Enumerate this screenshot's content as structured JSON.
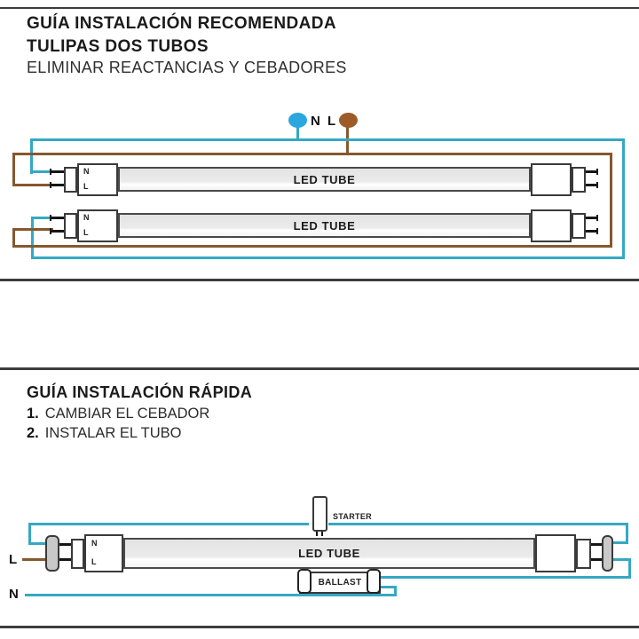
{
  "colors": {
    "wire_blue": "#35a8c3",
    "wire_brown": "#84582e",
    "dot_blue": "#2aa7df",
    "dot_brown": "#9c5b27",
    "socket_gray": "#c9c9c9",
    "line_dark": "#3d3d3d"
  },
  "section1": {
    "title_line1": "GUÍA INSTALACIÓN RECOMENDADA",
    "title_line2": "TULIPAS DOS TUBOS",
    "subtitle": "ELIMINAR REACTANCIAS Y CEBADORES",
    "supply": {
      "neutral_label": "N",
      "live_label": "L"
    },
    "tubes": [
      {
        "label": "LED TUBE",
        "pin_top": "N",
        "pin_bottom": "L"
      },
      {
        "label": "LED TUBE",
        "pin_top": "N",
        "pin_bottom": "L"
      }
    ]
  },
  "section2": {
    "title": "GUÍA INSTALACIÓN RÁPIDA",
    "steps": [
      {
        "num": "1.",
        "text": "CAMBIAR EL CEBADOR"
      },
      {
        "num": "2.",
        "text": "INSTALAR EL TUBO"
      }
    ],
    "starter_label": "STARTER",
    "ballast_label": "BALLAST",
    "live_label": "L",
    "neutral_label": "N",
    "tube": {
      "label": "LED TUBE",
      "pin_top": "N",
      "pin_bottom": "L"
    }
  }
}
